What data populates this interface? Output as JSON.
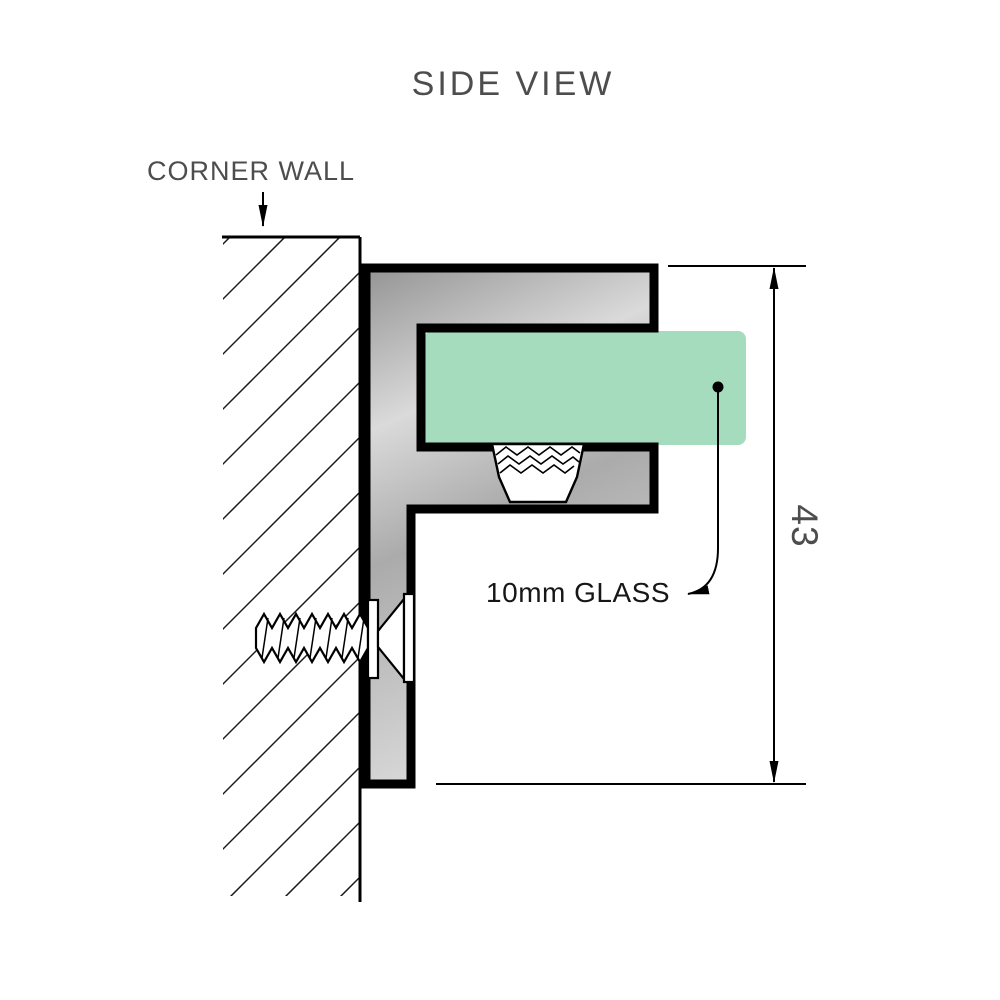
{
  "labels": {
    "title": "SIDE VIEW",
    "corner_wall": "CORNER WALL",
    "glass": "10mm GLASS",
    "dimension": "43"
  },
  "colors": {
    "glass_green": "#a6dcbe",
    "bracket_dark": "#949494",
    "bracket_light": "#dadada",
    "bracket_mid": "#ababab",
    "outline": "#000000",
    "heading_text": "#4d4d4d",
    "annotation_text": "#161616"
  }
}
